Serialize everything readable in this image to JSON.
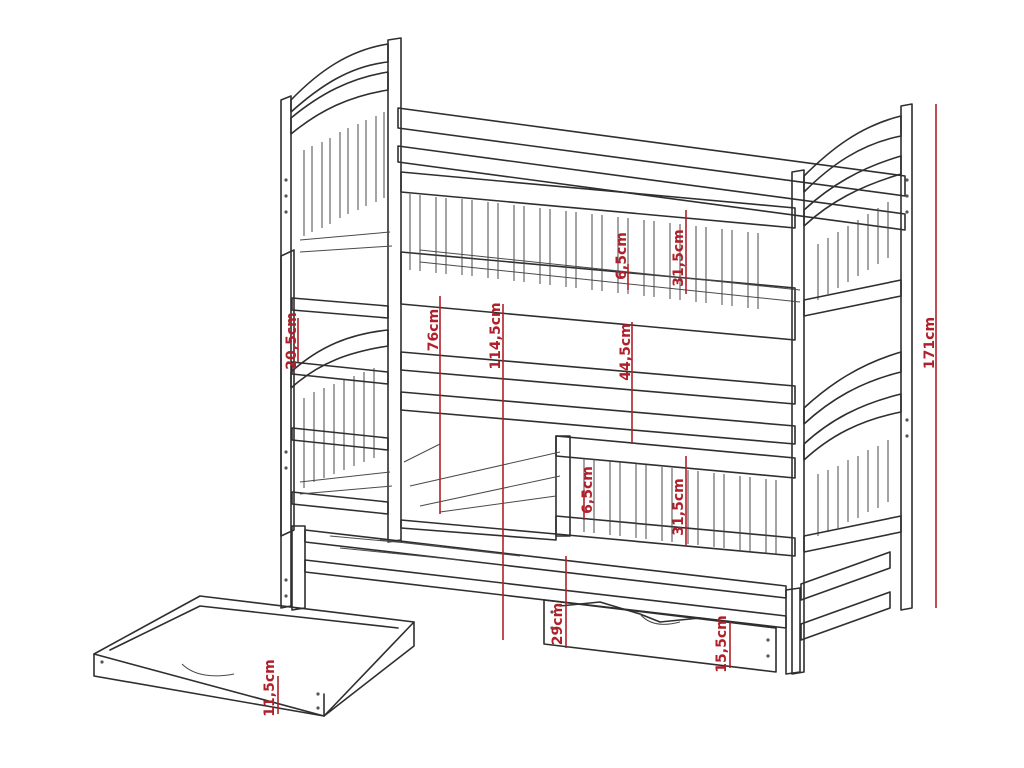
{
  "colors": {
    "line": "#2f2f2f",
    "dimension": "#b0202a",
    "background": "#ffffff"
  },
  "dimensions": [
    {
      "id": "ladder-step",
      "label": "20,5cm"
    },
    {
      "id": "lower-deck-height",
      "label": "76cm"
    },
    {
      "id": "upper-deck-height",
      "label": "114,5cm"
    },
    {
      "id": "deck-clearance",
      "label": "44,5cm"
    },
    {
      "id": "upper-rail-slat-gap",
      "label": "6,5cm"
    },
    {
      "id": "upper-rail-height",
      "label": "31,5cm"
    },
    {
      "id": "lower-rail-slat-gap",
      "label": "6,5cm"
    },
    {
      "id": "lower-rail-height",
      "label": "31,5cm"
    },
    {
      "id": "total-height",
      "label": "171cm"
    },
    {
      "id": "trundle-height",
      "label": "29cm"
    },
    {
      "id": "trundle-drawer-height",
      "label": "15,5cm"
    },
    {
      "id": "drawer-height",
      "label": "11,5cm"
    }
  ]
}
